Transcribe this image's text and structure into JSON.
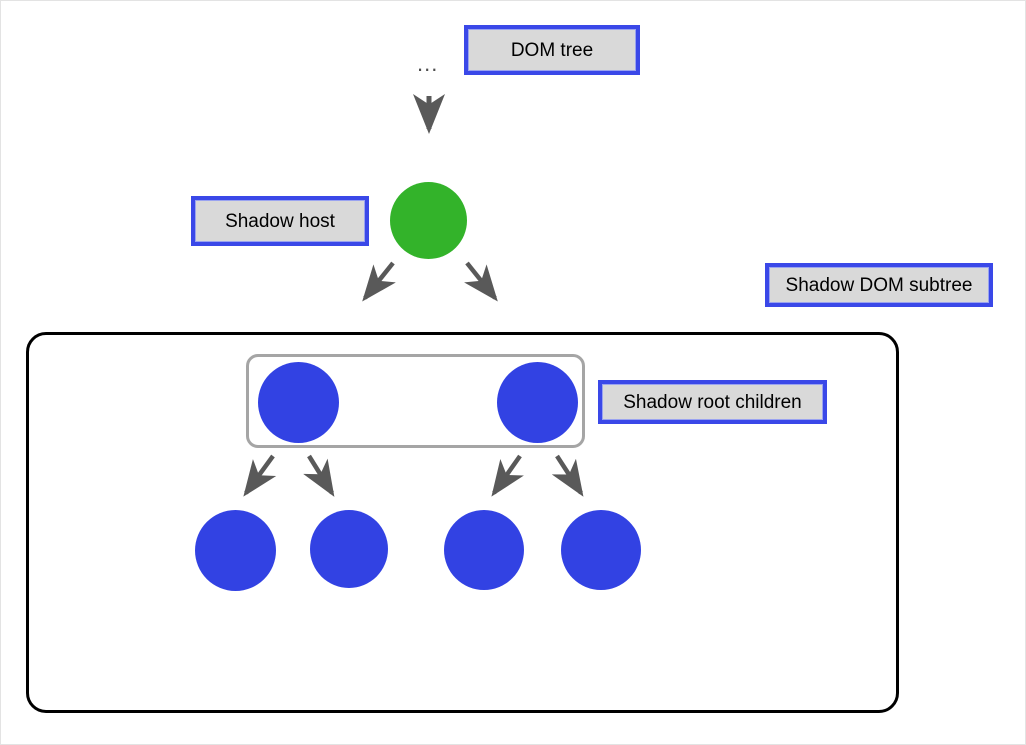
{
  "diagram": {
    "title": "Shadow DOM structure diagram",
    "background_color": "#ffffff",
    "colors": {
      "label_border": "#3a48e8",
      "label_fill": "#d9d9d9",
      "host_node": "#33b32a",
      "child_node": "#3242e3",
      "arrow": "#595959",
      "subtree_border": "#000000",
      "children_border": "#a5a5a5"
    },
    "ellipsis": "...",
    "labels": [
      {
        "id": "dom-tree",
        "text": "DOM tree"
      },
      {
        "id": "shadow-host",
        "text": "Shadow host"
      },
      {
        "id": "shadow-dom-subtree",
        "text": "Shadow DOM subtree"
      },
      {
        "id": "shadow-root-children",
        "text": "Shadow root children"
      }
    ],
    "nodes": [
      {
        "id": "host-node",
        "kind": "shadow-host",
        "color": "#33b32a"
      },
      {
        "id": "shadow-root-child-1",
        "kind": "shadow-root-child",
        "color": "#3242e3"
      },
      {
        "id": "shadow-root-child-2",
        "kind": "shadow-root-child",
        "color": "#3242e3"
      },
      {
        "id": "leaf-node-1",
        "kind": "leaf",
        "color": "#3242e3"
      },
      {
        "id": "leaf-node-2",
        "kind": "leaf",
        "color": "#3242e3"
      },
      {
        "id": "leaf-node-3",
        "kind": "leaf",
        "color": "#3242e3"
      },
      {
        "id": "leaf-node-4",
        "kind": "leaf",
        "color": "#3242e3"
      }
    ],
    "edges": [
      {
        "id": "edge-dom-to-host",
        "from": "dom-tree",
        "to": "host-node",
        "direction": "down"
      },
      {
        "id": "edge-host-to-child-1",
        "from": "host-node",
        "to": "shadow-root-child-1",
        "direction": "down-left"
      },
      {
        "id": "edge-host-to-child-2",
        "from": "host-node",
        "to": "shadow-root-child-2",
        "direction": "down-right"
      },
      {
        "id": "edge-child1-to-leaf1",
        "from": "shadow-root-child-1",
        "to": "leaf-node-1",
        "direction": "down-left"
      },
      {
        "id": "edge-child1-to-leaf2",
        "from": "shadow-root-child-1",
        "to": "leaf-node-2",
        "direction": "down-right"
      },
      {
        "id": "edge-child2-to-leaf3",
        "from": "shadow-root-child-2",
        "to": "leaf-node-3",
        "direction": "down-left"
      },
      {
        "id": "edge-child2-to-leaf4",
        "from": "shadow-root-child-2",
        "to": "leaf-node-4",
        "direction": "down-right"
      }
    ]
  }
}
